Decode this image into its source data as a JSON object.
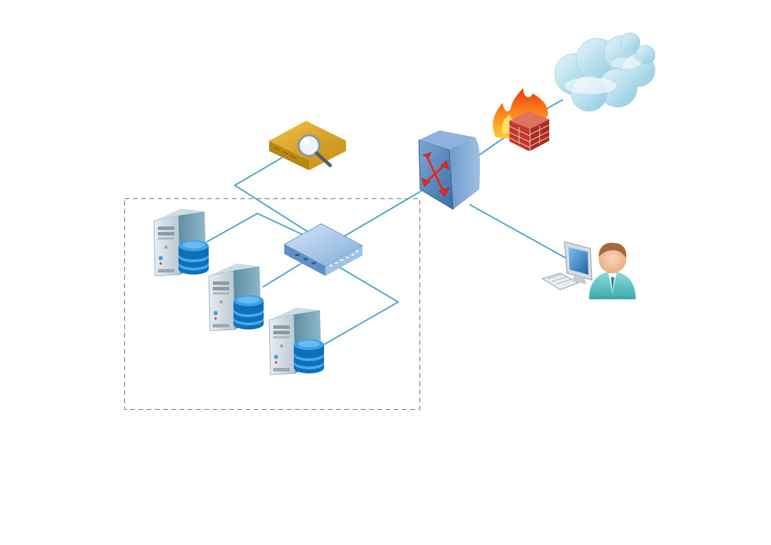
{
  "diagram": {
    "title": "",
    "colors": {
      "link": "#4aa6c0",
      "boundary": "#6e6e6e",
      "cloud": "#a9d7e6",
      "firewall_brick": "#c0392b",
      "router": "#5b8fc3",
      "ids_gold": "#d6a21a",
      "switch": "#8fb7e0",
      "server_db": "#1a78c2",
      "user_shirt": "#6cc7c8"
    },
    "nodes": [
      {
        "id": "cloud",
        "icon": "cloud-icon"
      },
      {
        "id": "firewall",
        "icon": "firewall-icon"
      },
      {
        "id": "router",
        "icon": "router-icon"
      },
      {
        "id": "ids",
        "icon": "ids-magnifier-icon"
      },
      {
        "id": "switch",
        "icon": "switch-icon"
      },
      {
        "id": "server1",
        "icon": "database-server-icon"
      },
      {
        "id": "server2",
        "icon": "database-server-icon"
      },
      {
        "id": "server3",
        "icon": "database-server-icon"
      },
      {
        "id": "user",
        "icon": "user-workstation-icon"
      }
    ],
    "links": [
      {
        "from": "cloud",
        "to": "firewall"
      },
      {
        "from": "firewall",
        "to": "router"
      },
      {
        "from": "router",
        "to": "switch"
      },
      {
        "from": "router",
        "to": "user"
      },
      {
        "from": "ids",
        "to": "switch"
      },
      {
        "from": "switch",
        "to": "server1"
      },
      {
        "from": "switch",
        "to": "server2"
      },
      {
        "from": "switch",
        "to": "server3"
      }
    ]
  }
}
